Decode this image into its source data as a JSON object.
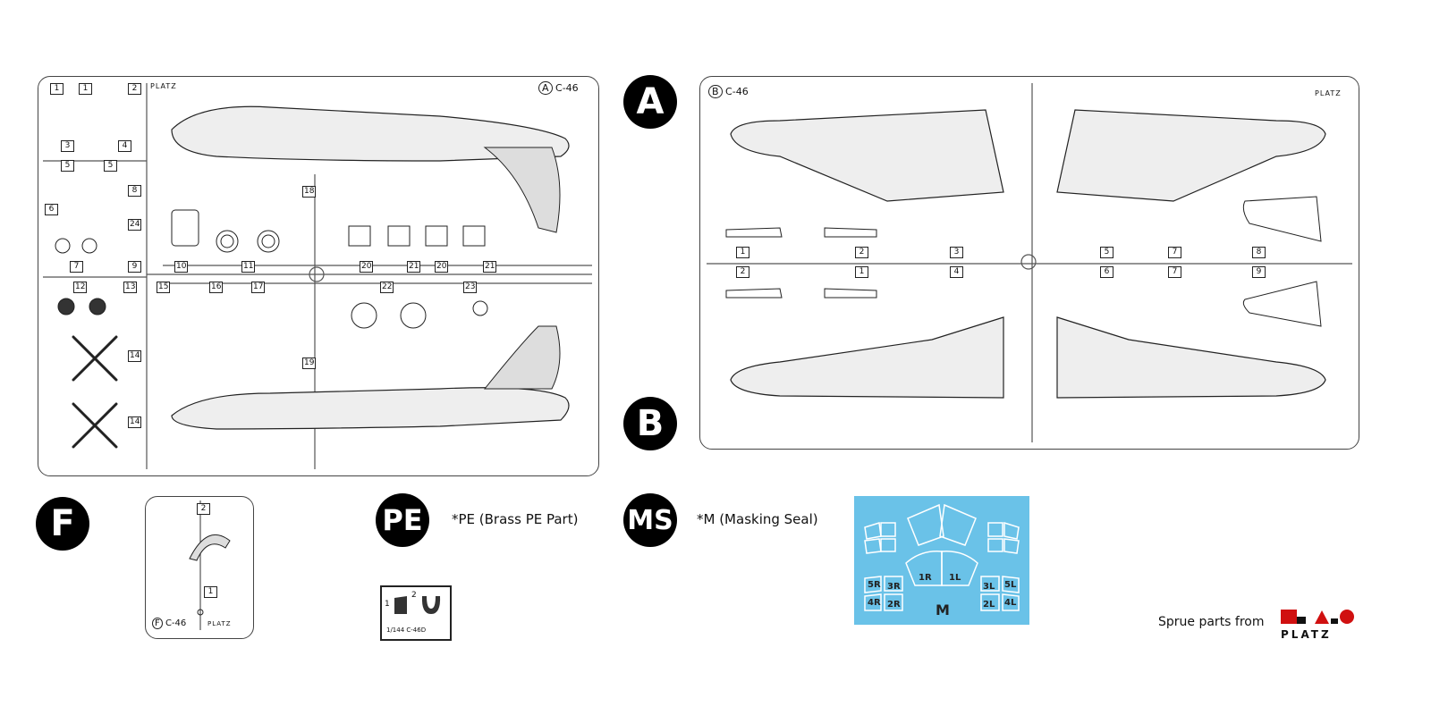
{
  "badges": {
    "a": "A",
    "b": "B",
    "f": "F",
    "pe": "PE",
    "ms": "MS"
  },
  "sprue_a": {
    "code": "C-46",
    "letter": "A",
    "brand": "PLATZ",
    "parts": [
      "1",
      "1",
      "2",
      "3",
      "4",
      "5",
      "5",
      "6",
      "8",
      "24",
      "7",
      "9",
      "12",
      "13",
      "14",
      "14",
      "10",
      "11",
      "15",
      "16",
      "17",
      "18",
      "19",
      "20",
      "21",
      "20",
      "21",
      "22",
      "23"
    ]
  },
  "sprue_b": {
    "code": "C-46",
    "letter": "B",
    "brand": "PLATZ",
    "parts": [
      "1",
      "2",
      "3",
      "5",
      "7",
      "8",
      "2",
      "1",
      "4",
      "6",
      "7",
      "9"
    ]
  },
  "sprue_f": {
    "code": "C-46",
    "letter": "F",
    "brand": "PLATZ",
    "parts": [
      "2",
      "1"
    ]
  },
  "pe": {
    "label": "*PE (Brass PE Part)",
    "sheet": "1/144 C-46D",
    "parts": [
      "1",
      "2"
    ]
  },
  "ms": {
    "label": "*M (Masking Seal)",
    "mark": "M",
    "parts": [
      "1R",
      "1L",
      "5R",
      "3R",
      "4R",
      "2R",
      "3L",
      "5L",
      "2L",
      "4L"
    ],
    "bg": "#6ac2e8"
  },
  "footer": {
    "text": "Sprue parts from",
    "brand": "PLATZ"
  }
}
